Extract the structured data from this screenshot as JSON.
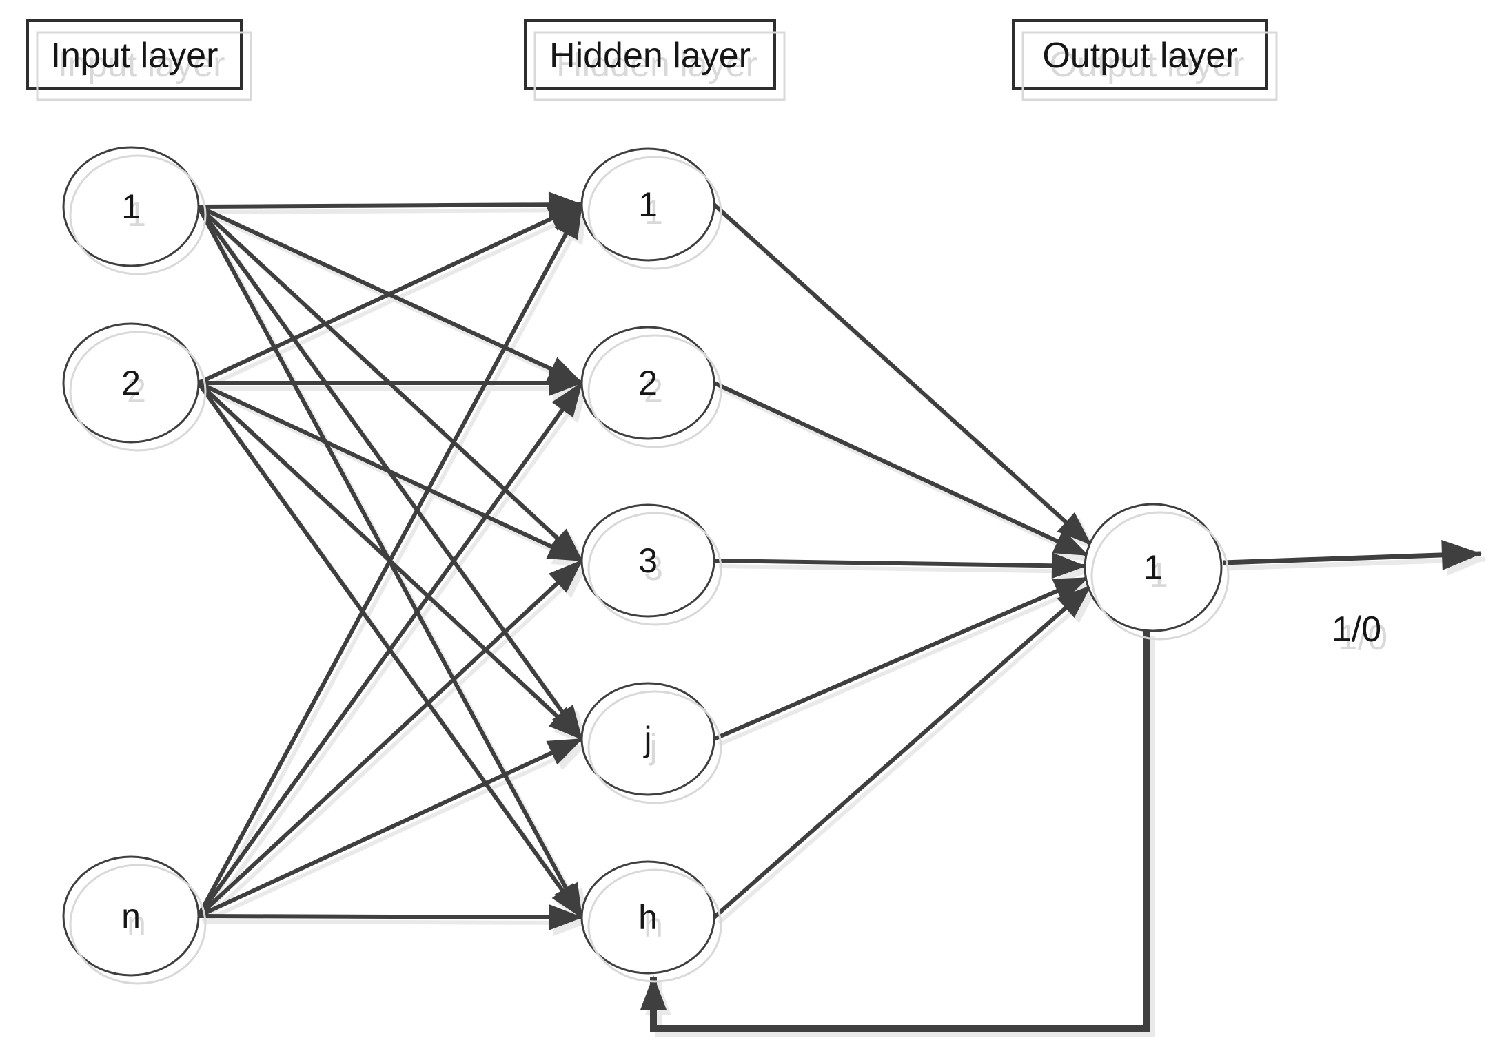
{
  "diagram": {
    "title": "Neural network diagram",
    "layer_labels": {
      "input": "Input layer",
      "hidden": "Hidden layer",
      "output": "Output layer"
    },
    "nodes": {
      "input": [
        "1",
        "2",
        "n"
      ],
      "hidden": [
        "1",
        "2",
        "3",
        "j",
        "h"
      ],
      "output": [
        "1"
      ]
    },
    "output_signal": "1/0",
    "colors": {
      "line": "#3f3f3f",
      "node_border": "#3f3f3f",
      "box_border": "#2e2e2e",
      "ghost": "#d9d9d9",
      "text": "#161616",
      "background": "#ffffff"
    },
    "connections": {
      "input_to_hidden": "full mesh (every input node to every hidden node)",
      "hidden_to_output": "all hidden nodes to output node 1",
      "feedback": "output node 1 loops back into hidden node h",
      "output": "output node 1 emits 1/0 signal to the right"
    }
  }
}
